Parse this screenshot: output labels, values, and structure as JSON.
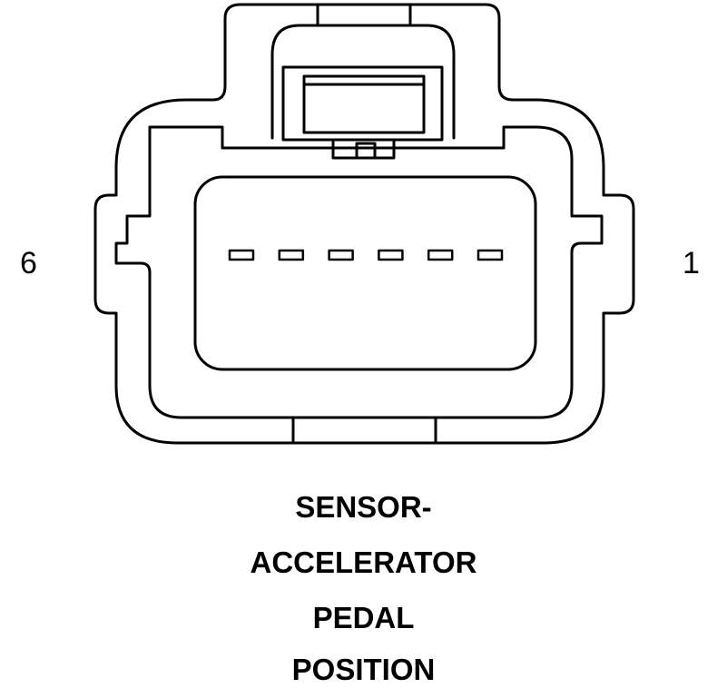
{
  "pins": {
    "left_label": "6",
    "right_label": "1",
    "terminal_count": 6
  },
  "caption": {
    "line1": "SENSOR-",
    "line2": "ACCELERATOR",
    "line3": "PEDAL",
    "line4": "POSITION"
  },
  "colors": {
    "stroke": "#000000",
    "background": "#ffffff"
  }
}
